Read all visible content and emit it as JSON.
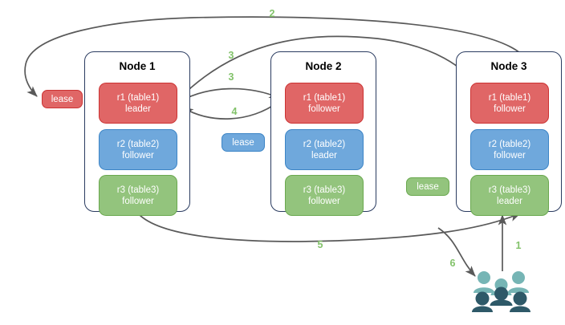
{
  "diagram": {
    "title": "",
    "colors": {
      "replica_red_fill": "#e06666",
      "replica_red_border": "#cc3333",
      "replica_blue_fill": "#6fa8dc",
      "replica_blue_border": "#3d85c6",
      "replica_green_fill": "#93c47d",
      "replica_green_border": "#6aa84f",
      "node_border": "#2a3b60",
      "edge": "#595959",
      "step_label": "#82c26a",
      "people_light": "#76b5b5",
      "people_dark": "#2e5968"
    },
    "nodes": [
      {
        "id": "node1",
        "title": "Node 1",
        "replicas": [
          {
            "name": "r1 (table1)",
            "role": "leader",
            "color": "red"
          },
          {
            "name": "r2 (table2)",
            "role": "follower",
            "color": "blue"
          },
          {
            "name": "r3 (table3)",
            "role": "follower",
            "color": "green"
          }
        ]
      },
      {
        "id": "node2",
        "title": "Node 2",
        "replicas": [
          {
            "name": "r1 (table1)",
            "role": "follower",
            "color": "red"
          },
          {
            "name": "r2 (table2)",
            "role": "leader",
            "color": "blue"
          },
          {
            "name": "r3 (table3)",
            "role": "follower",
            "color": "green"
          }
        ]
      },
      {
        "id": "node3",
        "title": "Node 3",
        "replicas": [
          {
            "name": "r1 (table1)",
            "role": "follower",
            "color": "red"
          },
          {
            "name": "r2 (table2)",
            "role": "follower",
            "color": "blue"
          },
          {
            "name": "r3 (table3)",
            "role": "leader",
            "color": "green"
          }
        ]
      }
    ],
    "leases": [
      {
        "id": "lease-r1",
        "label": "lease",
        "color": "red"
      },
      {
        "id": "lease-r2",
        "label": "lease",
        "color": "blue"
      },
      {
        "id": "lease-r3",
        "label": "lease",
        "color": "green"
      }
    ],
    "steps": [
      {
        "id": "step-1",
        "label": "1"
      },
      {
        "id": "step-2",
        "label": "2"
      },
      {
        "id": "step-3a",
        "label": "3"
      },
      {
        "id": "step-3b",
        "label": "3"
      },
      {
        "id": "step-4",
        "label": "4"
      },
      {
        "id": "step-5",
        "label": "5"
      },
      {
        "id": "step-6",
        "label": "6"
      }
    ],
    "actors": {
      "people_icon": "users-icon"
    }
  }
}
